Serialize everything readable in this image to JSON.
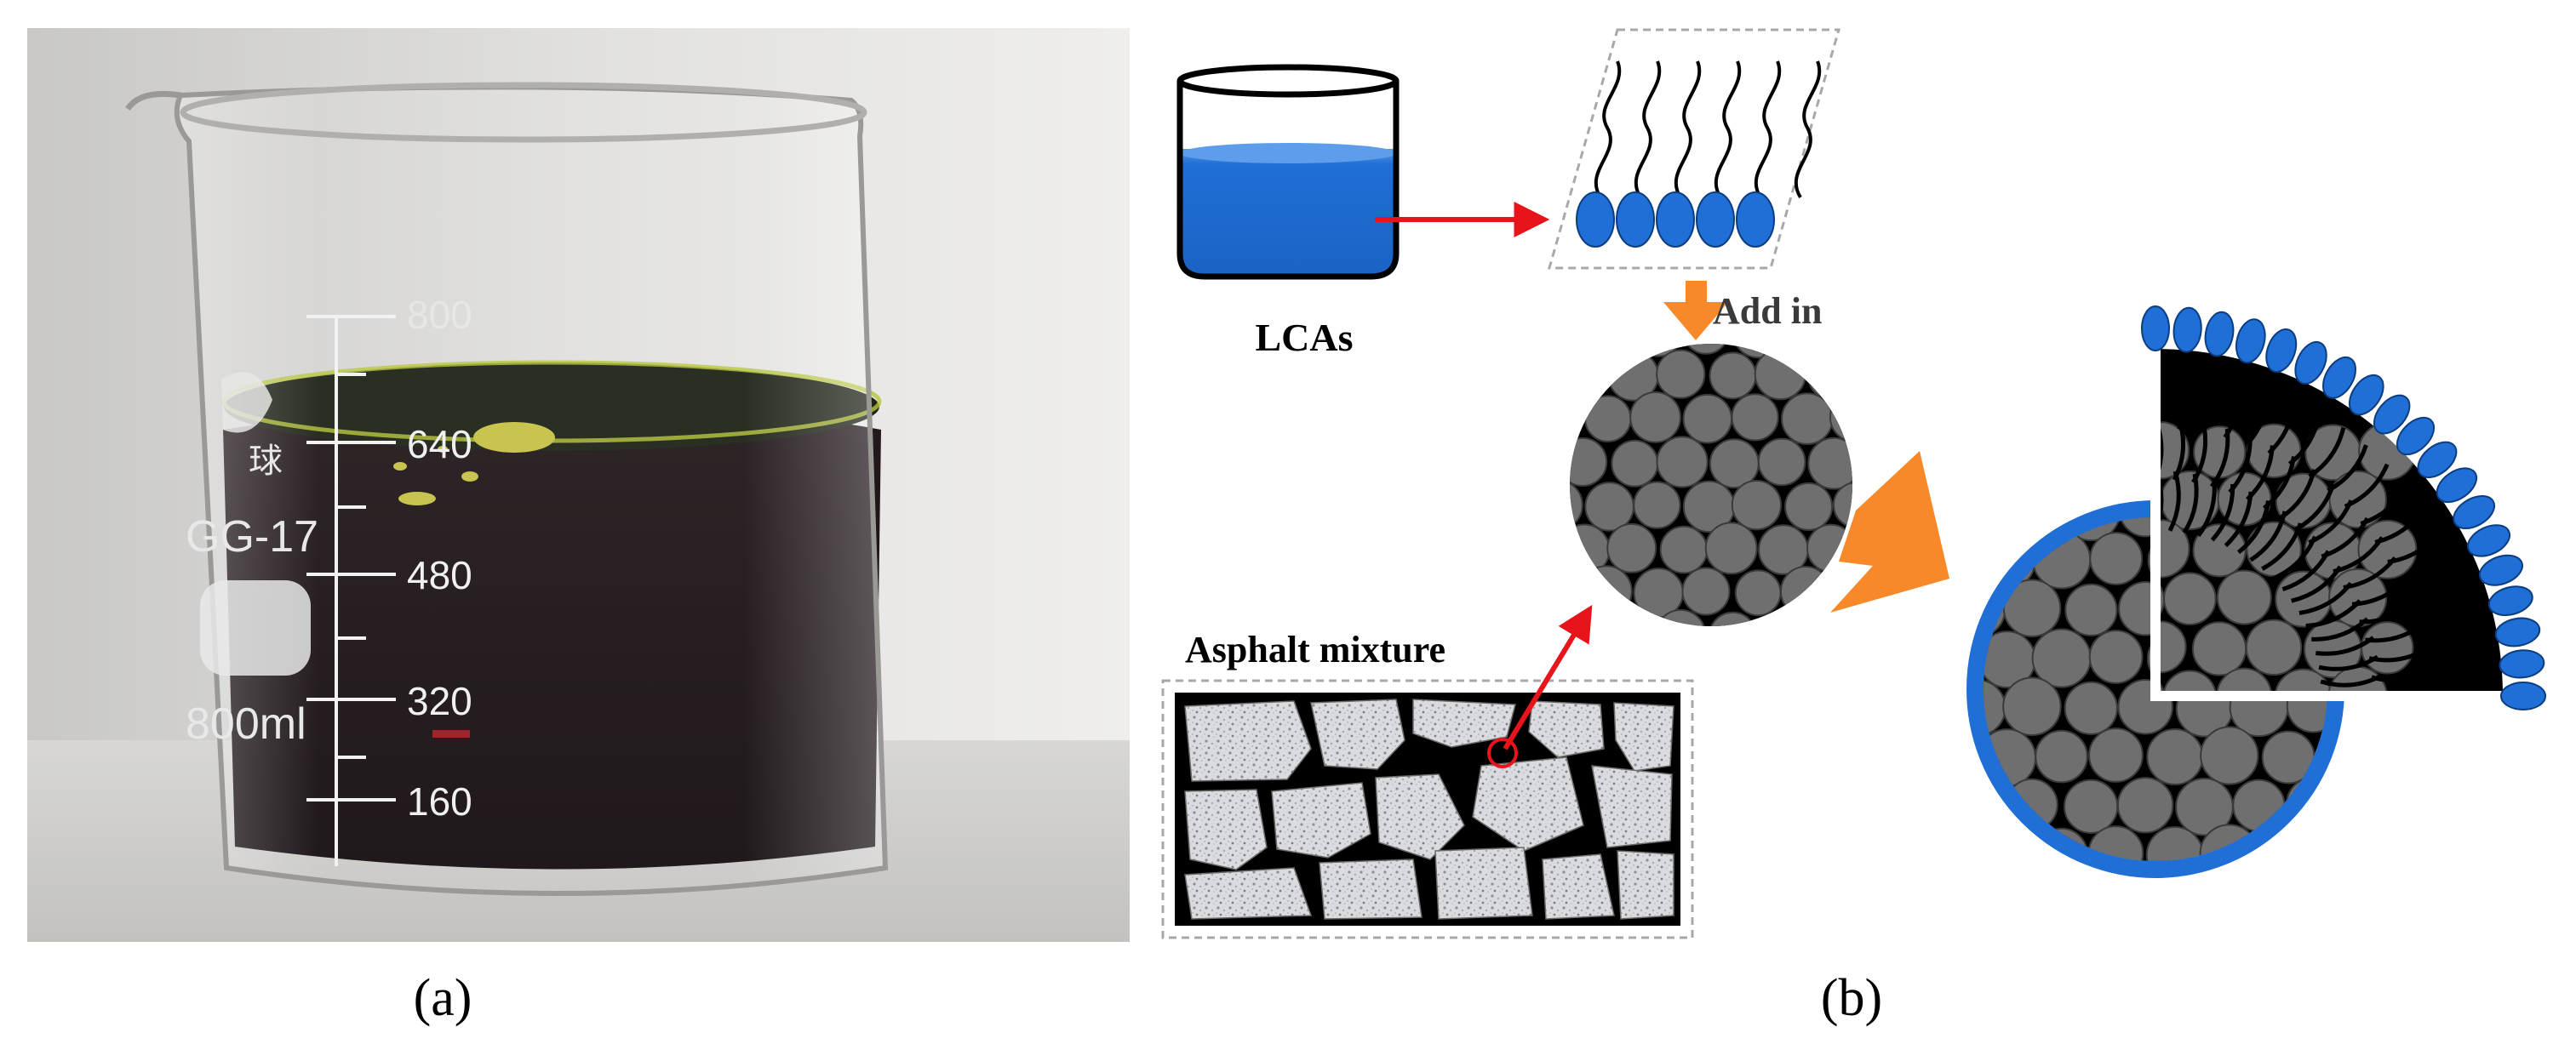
{
  "panel_a": {
    "caption": "(a)",
    "beaker": {
      "graduations": [
        "800",
        "640",
        "480",
        "320",
        "160"
      ],
      "glass_markings": [
        "球",
        "GG-17",
        "800ml"
      ]
    }
  },
  "panel_b": {
    "caption": "(b)",
    "labels": {
      "lcas": "LCAs",
      "add_in": "Add in",
      "asphalt_mixture": "Asphalt mixture"
    },
    "colors": {
      "liquid_blue": "#1f6fd6",
      "arrow_red": "#e8141b",
      "arrow_orange": "#f7892b",
      "particle_gray": "#6f6f6f",
      "binder_black": "#000000",
      "aggregate_light": "#d7d9dc"
    }
  }
}
